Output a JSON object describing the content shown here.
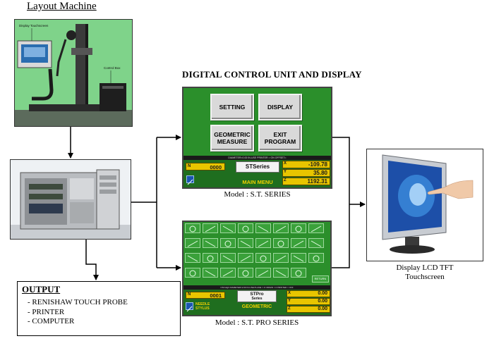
{
  "titles": {
    "layout_machine": "Layout Machine",
    "digital_control": "DIGITAL CONTROL UNIT AND DISPLAY"
  },
  "machine_photo": {
    "label_display": "Display Touchscreen",
    "label_control": "Control Box"
  },
  "output": {
    "title": "OUTPUT",
    "items": [
      "- RENISHAW TOUCH PROBE",
      "- PRINTER",
      "- COMPUTER"
    ]
  },
  "st_screen": {
    "buttons": [
      "SETTING",
      "DISPLAY",
      "GEOMETRIC MEASURE",
      "EXIT PROGRAM"
    ],
    "status_strip": "DIAMETER=0.00  IN-USE  PRINTER = ON  OFFSET=",
    "n_label": "N",
    "n_value": "0000",
    "logo": "STSeries",
    "panel_label": "MAIN MENU",
    "axes": [
      {
        "letter": "X",
        "value": "-109.78"
      },
      {
        "letter": "Y",
        "value": "35.80"
      },
      {
        "letter": "Z",
        "value": "1192.31"
      }
    ]
  },
  "stpro_screen": {
    "status_strip": "ON=High  DIAMETER=2.00  IN-USE  PLANE = Z  ORIGIN = 0  PRINTER = OFF",
    "n_label": "N",
    "n_value": "0001",
    "logo_line1": "STPro",
    "logo_line2": "Series",
    "stylus_line1": "NEEDLE",
    "stylus_line2": "STYLUS",
    "panel_label": "GEOMETRIC",
    "return_label": "RETURN",
    "axes": [
      {
        "letter": "X",
        "value": "0.00"
      },
      {
        "letter": "Y",
        "value": "0.00"
      },
      {
        "letter": "Z",
        "value": "0.00"
      }
    ]
  },
  "captions": {
    "st_series": "Model : S.T. SERIES",
    "stpro_series": "Model : S.T. PRO SERIES",
    "monitor_line1": "Display LCD TFT",
    "monitor_line2": "Touchscreen"
  },
  "colors": {
    "screen_green": "#2b8f2b",
    "panel_green": "#1f6e1f",
    "value_yellow": "#e8c500",
    "photo_bg_green": "#7fd38a"
  }
}
